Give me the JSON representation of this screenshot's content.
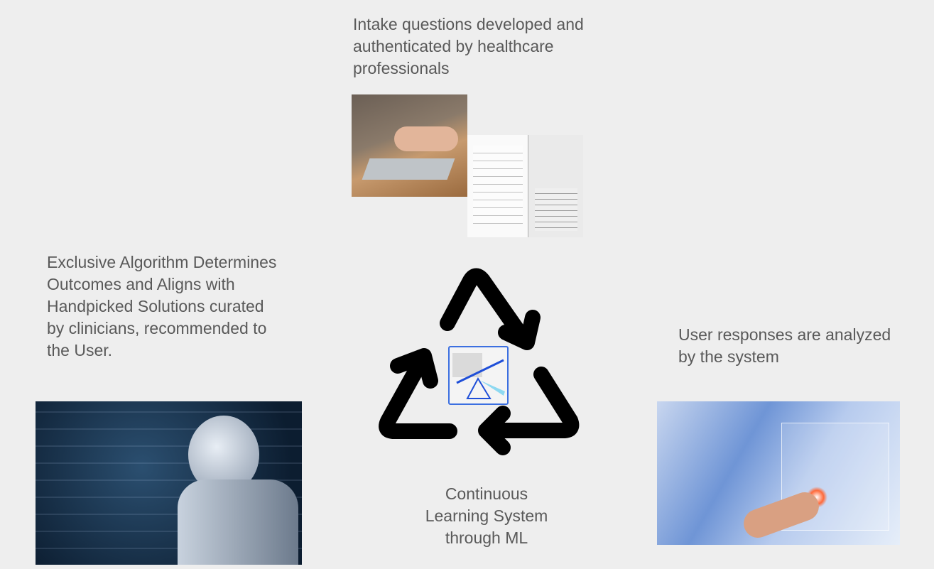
{
  "steps": {
    "intake": "Intake questions developed and authenticated by healthcare professionals",
    "analysis": "User responses are analyzed by the system",
    "learning": "Continuous Learning System through ML",
    "algorithm": "Exclusive Algorithm Determines Outcomes and Aligns with Handpicked Solutions curated by clinicians, recommended to the User."
  },
  "colors": {
    "background": "#eeeeee",
    "arrows": "#000000",
    "logo_border": "#3b6fe0"
  },
  "icons": {
    "cycle": "recycle-arrows-icon",
    "logo": "balance-scale-logo"
  }
}
